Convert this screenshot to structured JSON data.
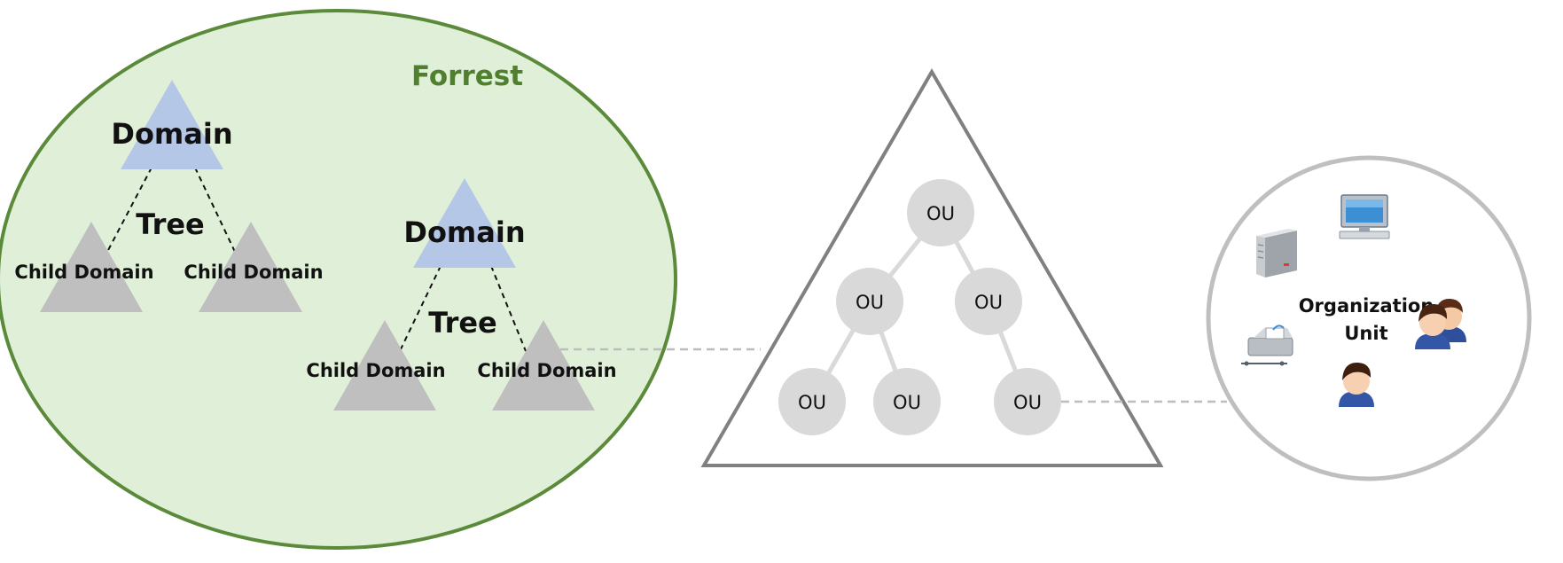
{
  "forest": {
    "title": "Forrest",
    "trees": [
      {
        "domain": "Domain",
        "tree": "Tree",
        "children": [
          "Child Domain",
          "Child Domain"
        ]
      },
      {
        "domain": "Domain",
        "tree": "Tree",
        "children": [
          "Child Domain",
          "Child Domain"
        ]
      }
    ]
  },
  "ou_tree": {
    "nodes": [
      "OU",
      "OU",
      "OU",
      "OU",
      "OU",
      "OU"
    ]
  },
  "org_unit": {
    "label_line1": "Organization",
    "label_line2": "Unit",
    "objects": [
      "computer-icon",
      "server-icon",
      "printer-icon",
      "users-icon",
      "user-icon"
    ]
  },
  "colors": {
    "forest_fill": "#e0f0d8",
    "forest_stroke": "#5a8a3a",
    "forest_title": "#4f7f2f",
    "domain_triangle": "#b4c7e7",
    "child_triangle": "#bfbfbf",
    "ou_circle": "#d9d9d9",
    "outline_gray": "#808080"
  }
}
